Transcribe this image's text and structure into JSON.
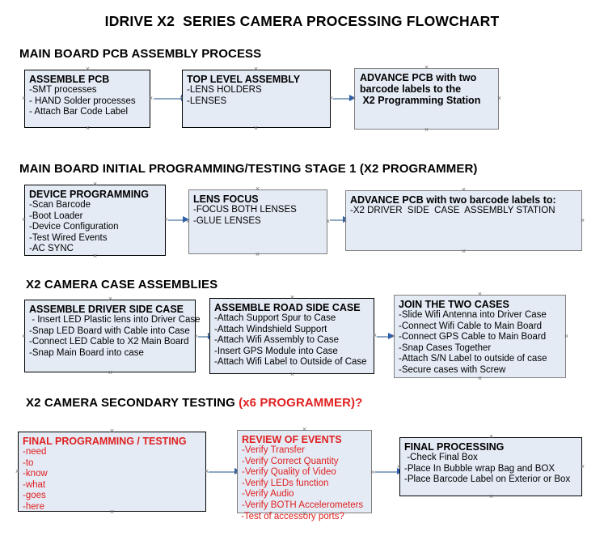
{
  "document": {
    "title": "IDRIVE X2  SERIES CAMERA PROCESSING FLOWCHART"
  },
  "sections": [
    {
      "id": "main-board-pcb-assembly-process",
      "heading": "MAIN BOARD PCB ASSEMBLY PROCESS",
      "heading_accent": "",
      "nodes": [
        {
          "id": "assemble-pcb",
          "title": "ASSEMBLE PCB",
          "lines": [
            "-SMT processes",
            "- HAND Solder processes",
            "- Attach Bar Code Label"
          ]
        },
        {
          "id": "top-level-assembly",
          "title": "TOP LEVEL ASSEMBLY",
          "lines": [
            "-LENS HOLDERS",
            "-LENSES"
          ]
        },
        {
          "id": "advance-pcb-to-x2-programming-station",
          "title": "ADVANCE PCB with two",
          "lines": [
            "barcode labels to the",
            " X2 Programming Station"
          ]
        }
      ]
    },
    {
      "id": "main-board-initial-programming-testing-stage-1",
      "heading": "MAIN BOARD INITIAL PROGRAMMING/TESTING STAGE 1 (X2 PROGRAMMER)",
      "heading_accent": "",
      "nodes": [
        {
          "id": "device-programming",
          "title": "DEVICE PROGRAMMING",
          "lines": [
            "-Scan Barcode",
            "-Boot Loader",
            "-Device Configuration",
            "-Test Wired Events",
            "-AC SYNC"
          ]
        },
        {
          "id": "lens-focus",
          "title": "LENS FOCUS",
          "lines": [
            "-FOCUS BOTH LENSES",
            "-GLUE LENSES"
          ]
        },
        {
          "id": "advance-pcb-to-driver-side-case-assembly-station",
          "title": "ADVANCE PCB with two barcode labels to:",
          "lines": [
            "-X2 DRIVER  SIDE  CASE  ASSEMBLY STATION"
          ]
        }
      ]
    },
    {
      "id": "x2-camera-case-assemblies",
      "heading": "X2 CAMERA CASE ASSEMBLIES",
      "heading_accent": "",
      "nodes": [
        {
          "id": "assemble-driver-side-case",
          "title": "ASSEMBLE DRIVER SIDE CASE",
          "lines": [
            " - Insert LED Plastic lens into Driver Case",
            "-Snap LED Board with Cable into Case",
            "-Connect LED Cable to X2 Main Board",
            "-Snap Main Board into case"
          ]
        },
        {
          "id": "assemble-road-side-case",
          "title": "ASSEMBLE ROAD SIDE CASE",
          "lines": [
            "-Attach Support Spur to Case",
            "-Attach Windshield Support",
            "-Attach Wifi Assembly to Case",
            "-Insert GPS Module into Case",
            "-Attach Wifi Label to Outside of Case"
          ]
        },
        {
          "id": "join-the-two-cases",
          "title": "JOIN THE TWO CASES",
          "lines": [
            "-Slide Wifi Antenna into Driver Case",
            "-Connect Wifi Cable to Main Board",
            "-Connect GPS Cable to Main Board",
            "-Snap Cases Together",
            "-Attach S/N Label to outside of case",
            "-Secure cases with Screw"
          ]
        }
      ]
    },
    {
      "id": "x2-camera-secondary-testing",
      "heading": "X2 CAMERA SECONDARY TESTING ",
      "heading_accent": "(x6 PROGRAMMER)?",
      "nodes": [
        {
          "id": "final-programming-testing",
          "title": "FINAL PROGRAMMING / TESTING",
          "lines": [
            "-need",
            "-to",
            "-know",
            "-what",
            "-goes",
            "-here"
          ]
        },
        {
          "id": "review-of-events",
          "title": "REVIEW OF EVENTS",
          "lines": [
            "-Verify Transfer",
            "-Verify Correct Quantity",
            "-Verify Quality of Video",
            "-Verify LEDs function",
            "-Verify Audio",
            "-Verify BOTH Accelerometers"
          ],
          "overflow_line": "-Test of accessory ports?"
        },
        {
          "id": "final-processing",
          "title": "FINAL PROCESSING",
          "lines": [
            " -Check Final Box",
            "-Place In Bubble wrap Bag and BOX",
            "-Place Barcode Label on Exterior or Box"
          ]
        }
      ]
    }
  ],
  "colors": {
    "node_fill": "#e4ebf5",
    "node_border_black": "#000000",
    "node_border_gray": "#7f7f7f",
    "accent_red": "#e02020",
    "connector_shaft": "#8ea9c4",
    "connector_head": "#2f5fa8",
    "text": "#000000",
    "page_background": "#ffffff"
  }
}
